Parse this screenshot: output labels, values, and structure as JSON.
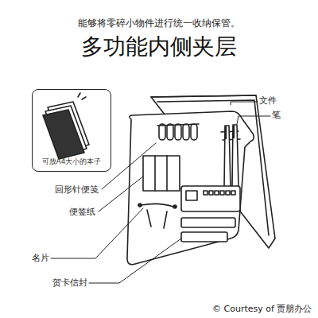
{
  "diagram": {
    "title": "多功能内侧夹层",
    "nodes": [
      {
        "text": [
          "可放A4大小的本子"
        ]
      }
    ],
    "labels": [
      "能够将零碎小物件进行统一收纳保管。",
      "文件",
      "笔",
      "回形针便笺",
      "便签纸",
      "名片",
      "贺卡信封",
      "© Courtesy of 贾朋办公"
    ]
  }
}
